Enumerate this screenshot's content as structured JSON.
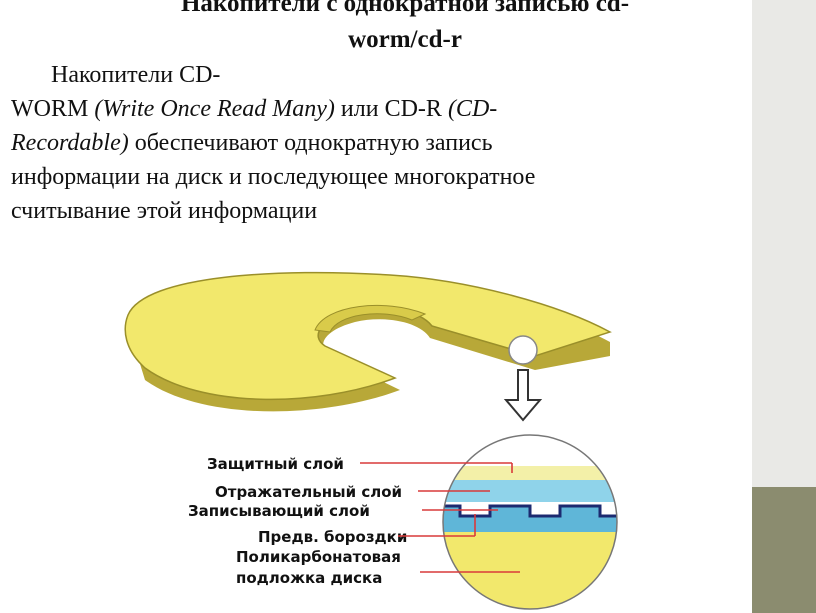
{
  "slide": {
    "title_line1": "Накопители с однократной записью cd-",
    "title_line2": "worm/cd-r",
    "body": {
      "t1": "Накопители CD-",
      "t2": "WORM ",
      "t3": "(Write Once Read Many)",
      "t4": " или CD-R ",
      "t5": "(CD-",
      "t6": "Recordable)",
      "t7": " обеспечивают однократную запись",
      "t8": "информации на диск и последующее многократное",
      "t9": "считывание этой информации"
    }
  },
  "diagram": {
    "layers": {
      "protective": "Защитный слой",
      "reflective": "Отражательный слой",
      "recording": "Записывающий слой",
      "pregrooves": "Предв. бороздки",
      "substrate_line1": "Поликарбонатовая",
      "substrate_line2": "подложка диска"
    },
    "colors": {
      "disc_yellow": "#f2e86c",
      "disc_edge": "#b8a838",
      "reflective_layer": "#f3f0a8",
      "recording_layer": "#8fd3ea",
      "pointer_lines": "#d93a3a",
      "band": "#e9e9e6",
      "band_accent": "#8b8c6f"
    }
  }
}
